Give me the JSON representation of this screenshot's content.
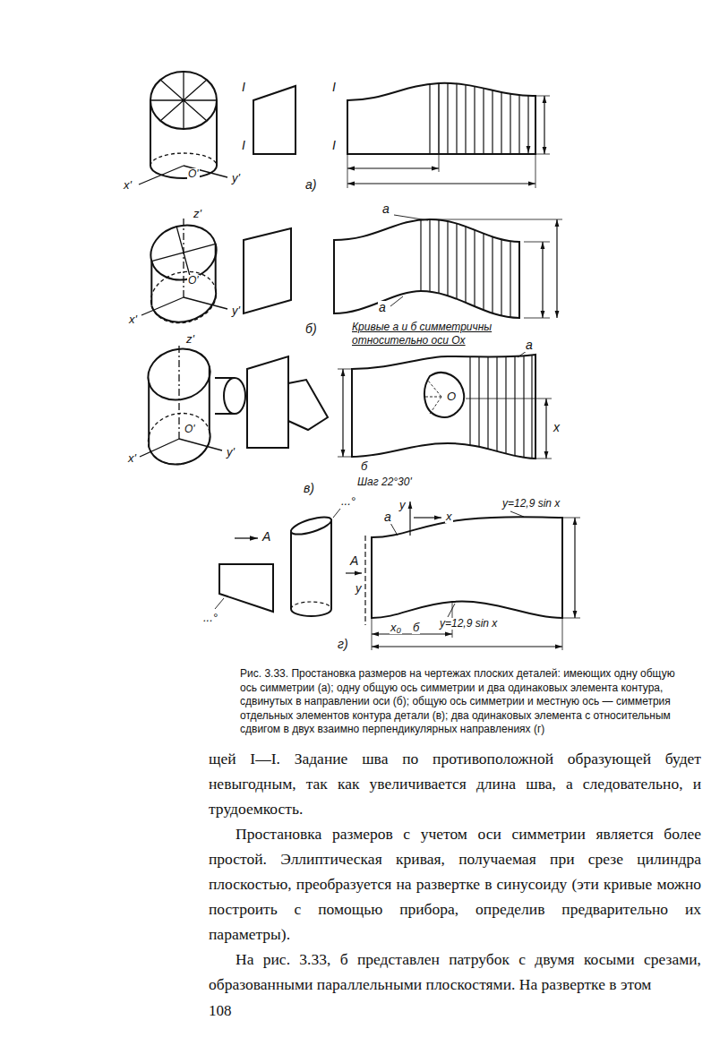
{
  "diagram": {
    "caption": "Рис. 3.33. Простановка размеров на чертежах плоских деталей: имеющих одну общую ось симметрии (а); одну общую ось симметрии и два одинаковых элемента контура, сдвинутых в направлении оси (б); общую ось симметрии и местную ось — симметрия отдельных элементов контура детали (в); два одинаковых элемента с относительным сдвигом в двух взаимно перпендикулярных направлениях (г)",
    "labels": [
      "I",
      "I",
      "I",
      "I",
      "x'",
      "y'",
      "O'",
      "а)",
      "z'",
      "x'",
      "y'",
      "O'",
      "а",
      "а",
      "б)",
      "Кривые а и б симметричны относительно оси Ox",
      "z'",
      "x'",
      "y'",
      "O'",
      "а",
      "О",
      "x",
      "б",
      "Шаг 22°30'",
      "в)",
      "A",
      "...°",
      "...°",
      "A",
      "y",
      "y",
      "x",
      "а",
      "y=12,9 sin x",
      "x₀",
      "б",
      "y=12,9 sin x",
      "г)",
      "щей I—I. Задание шва по противоположной образующей будет невыгодным, так как увеличивается длина шва, а следовательно, и трудоемкость.",
      "Простановка размеров с учетом оси симметрии является более простой. Эллиптическая кривая, получаемая при срезе цилиндра плоскостью, преобразуется на развертке в синусоиду (эти кривые можно построить с помощью прибора, определив предварительно их параметры).",
      "На рис. 3.33, б представлен патрубок с двумя косыми срезами, образованными параллельными плоскостями. На развертке в этом",
      "108"
    ]
  }
}
